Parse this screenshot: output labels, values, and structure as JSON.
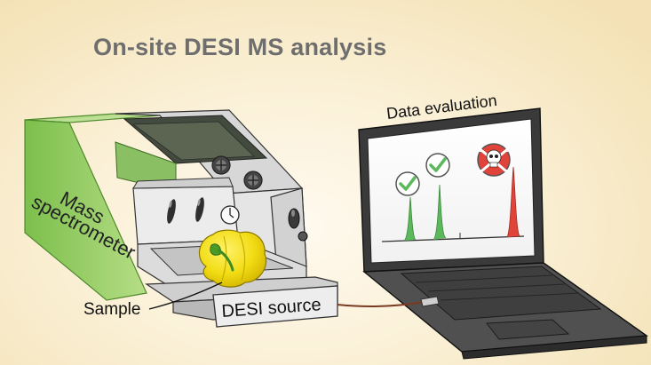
{
  "title": "On-site DESI MS analysis",
  "labels": {
    "mass_line1": "Mass",
    "mass_line2": "spectrometer",
    "sample": "Sample",
    "desi_source": "DESI source",
    "data_evaluation": "Data evaluation"
  },
  "icons": {
    "pass_1": "check-mark-icon",
    "pass_2": "check-mark-icon",
    "fail": "skull-crossbones-icon"
  },
  "colors": {
    "accent_green": "#5cb85c",
    "alert_red": "#e0433a",
    "sample_yellow": "#f5e21b",
    "spectrometer_green": "#8cc95a"
  }
}
